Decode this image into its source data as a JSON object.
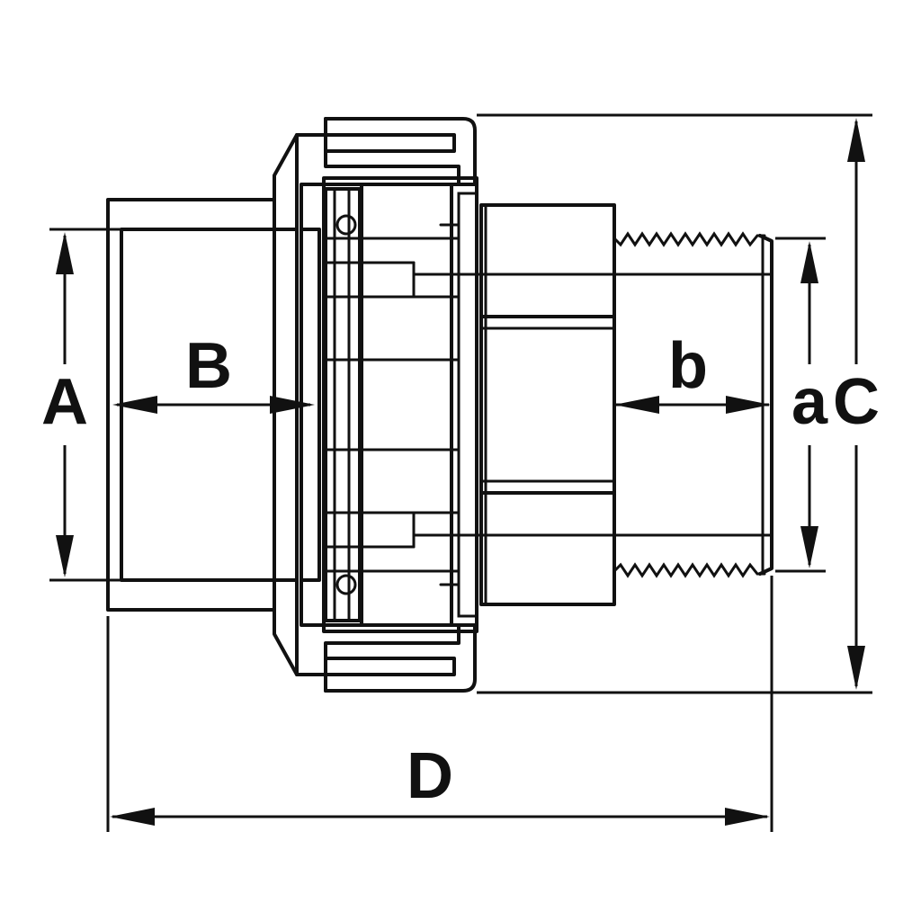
{
  "labels": {
    "A": "A",
    "B": "B",
    "b": "b",
    "a": "a",
    "C": "C",
    "D": "D"
  },
  "colors": {
    "stroke": "#111111",
    "background": "#ffffff"
  }
}
